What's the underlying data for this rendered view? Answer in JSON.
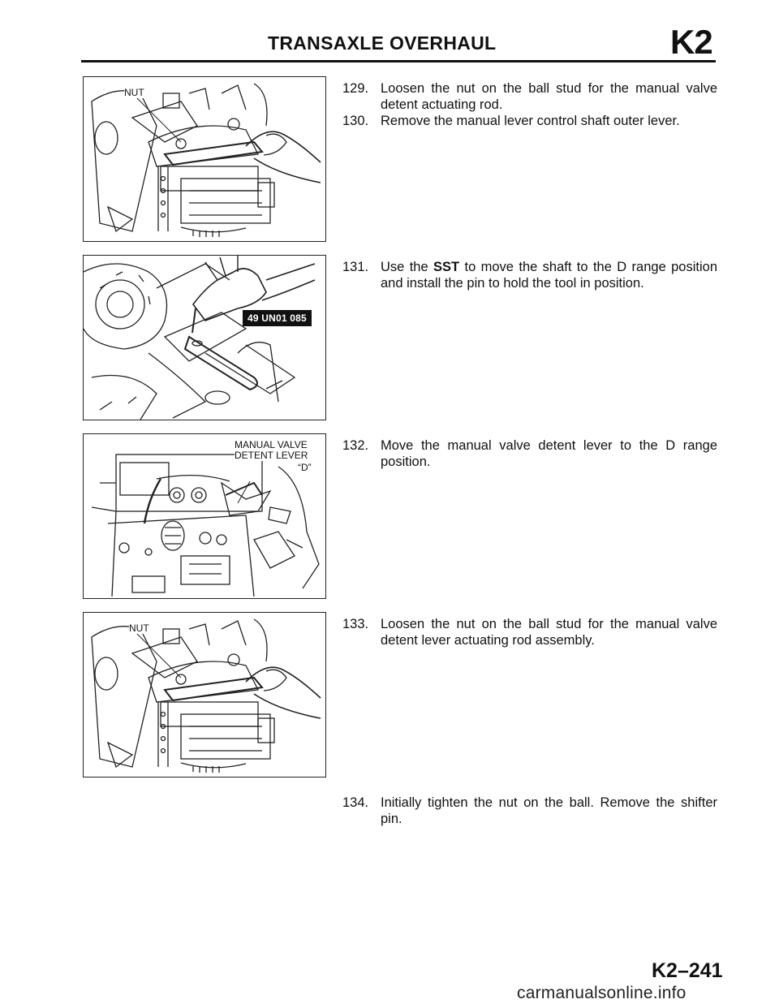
{
  "header": {
    "title": "TRANSAXLE OVERHAUL",
    "section": "K2"
  },
  "figures": [
    {
      "labels": [
        "NUT"
      ]
    },
    {
      "tool_badge": "49 UN01 085"
    },
    {
      "labels": [
        "MANUAL VALVE",
        "DETENT LEVER",
        "“D”"
      ]
    },
    {
      "labels": [
        "NUT"
      ]
    }
  ],
  "steps": [
    {
      "number": "129.",
      "text": "Loosen the nut on the ball stud for the manual valve detent actuating rod."
    },
    {
      "number": "130.",
      "text": "Remove the manual lever control shaft outer lever."
    },
    {
      "number": "131.",
      "pre": "Use the ",
      "bold": "SST",
      "post": " to move the shaft to the D range position and install the pin to hold the tool in position."
    },
    {
      "number": "132.",
      "text": "Move the manual valve detent lever to the D range position."
    },
    {
      "number": "133.",
      "text": "Loosen the nut on the ball stud for the manual valve detent lever actuating rod assembly."
    },
    {
      "number": "134.",
      "text": "Initially tighten the nut on the ball. Remove the shifter pin."
    }
  ],
  "footer": {
    "page_number": "K2–241",
    "watermark": "carmanualsonline.info"
  }
}
